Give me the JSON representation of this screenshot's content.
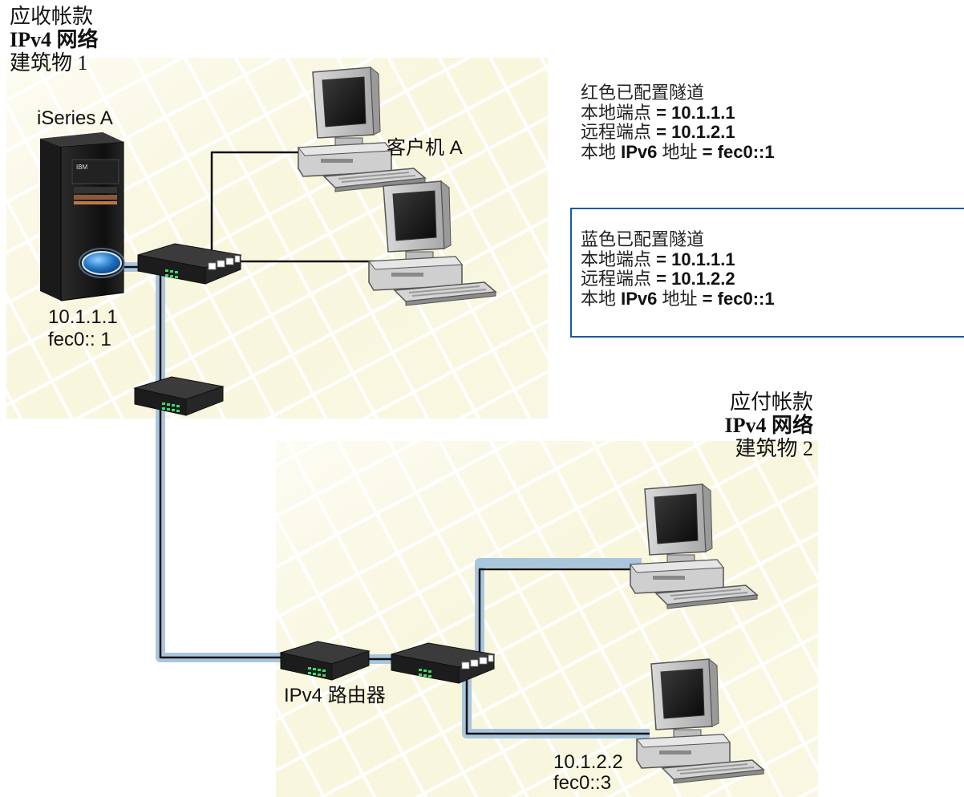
{
  "building1": {
    "dept": "应收帐款",
    "network": "IPv4 网络",
    "building": "建筑物 1"
  },
  "building2": {
    "dept": "应付帐款",
    "network": "IPv4 网络",
    "building": "建筑物 2"
  },
  "server": {
    "name": "iSeries A",
    "ipv4": "10.1.1.1",
    "ipv6": "fec0:: 1"
  },
  "client_a": {
    "name": "客户机 A"
  },
  "router": {
    "name": "IPv4 路由器"
  },
  "client_b": {
    "ipv4": "10.1.2.2",
    "ipv6": "fec0::3"
  },
  "red_tunnel": {
    "title": "红色已配置隧道",
    "local_endpoint_label": "本地端点",
    "eq": "=",
    "local_endpoint_value": "10.1.1.1",
    "remote_endpoint_label": "远程端点",
    "remote_endpoint_value": "10.1.2.1",
    "local_ipv6_label_pre": "本地",
    "ipv6_word": "IPv6",
    "local_ipv6_label_post": "地址",
    "local_ipv6_value": "fec0::1"
  },
  "blue_tunnel": {
    "title": "蓝色已配置隧道",
    "local_endpoint_label": "本地端点",
    "eq": "=",
    "local_endpoint_value": "10.1.1.1",
    "remote_endpoint_label": "远程端点",
    "remote_endpoint_value": "10.1.2.2",
    "local_ipv6_label_pre": "本地",
    "ipv6_word": "IPv6",
    "local_ipv6_label_post": "地址",
    "local_ipv6_value": "fec0::1",
    "border_color": "#1e5a9e"
  },
  "colors": {
    "floor": "#f8f6dc",
    "grid": "#ffffff",
    "cable_glow": "#a9c6dd",
    "cable": "#111111"
  },
  "icons": [
    "server-icon",
    "hub-icon",
    "router-icon",
    "computer-icon"
  ]
}
